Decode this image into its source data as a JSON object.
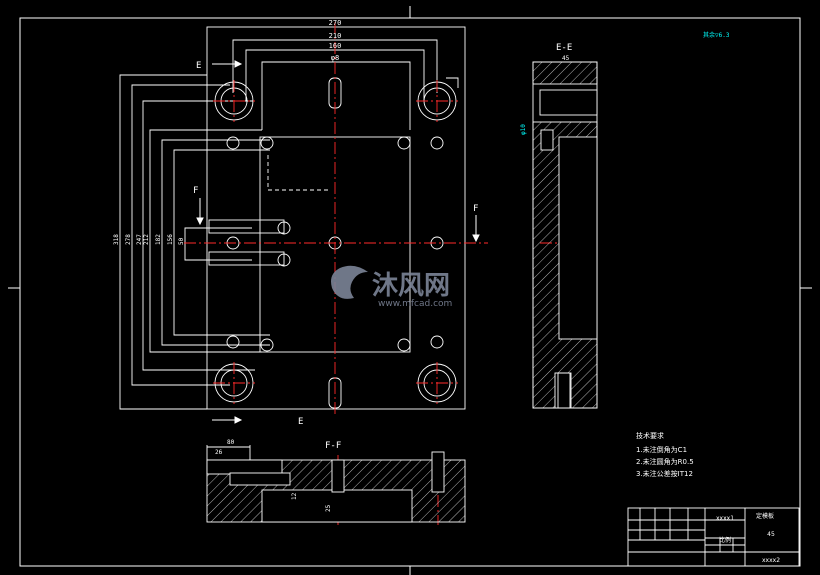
{
  "drawing": {
    "dim_top": [
      "270",
      "210",
      "160",
      "φ8"
    ],
    "left_dims": [
      "318",
      "278",
      "247",
      "212",
      "182",
      "156",
      "50"
    ],
    "section_labels": {
      "ee": "E-E",
      "ff": "F-F",
      "e_top": "E",
      "e_bottom": "E",
      "f_left": "F",
      "f_right": "F"
    },
    "roughness_note": "其余▽6.3",
    "ee_dims": [
      "45",
      "φ10"
    ],
    "ff_dims": [
      "80",
      "26",
      "12",
      "25"
    ],
    "tech_req": {
      "title": "技术要求",
      "items": [
        "1.未注倒角为C1",
        "2.未注圆角为R0.5",
        "3.未注公差按IT12"
      ]
    },
    "title_block": {
      "drawing_name": "定模板",
      "drawing_no": "xxxx1",
      "material": "45",
      "scale_label": "比例",
      "sheet": "xxxx2"
    },
    "watermark": {
      "brand": "沐风网",
      "url": "www.mfcad.com"
    },
    "colors": {
      "outline": "#ffffff",
      "centerline": "#ff2a2a",
      "dimension": "#00ffff",
      "annotation": "#6b7cff",
      "hatch": "#ffffff"
    }
  }
}
